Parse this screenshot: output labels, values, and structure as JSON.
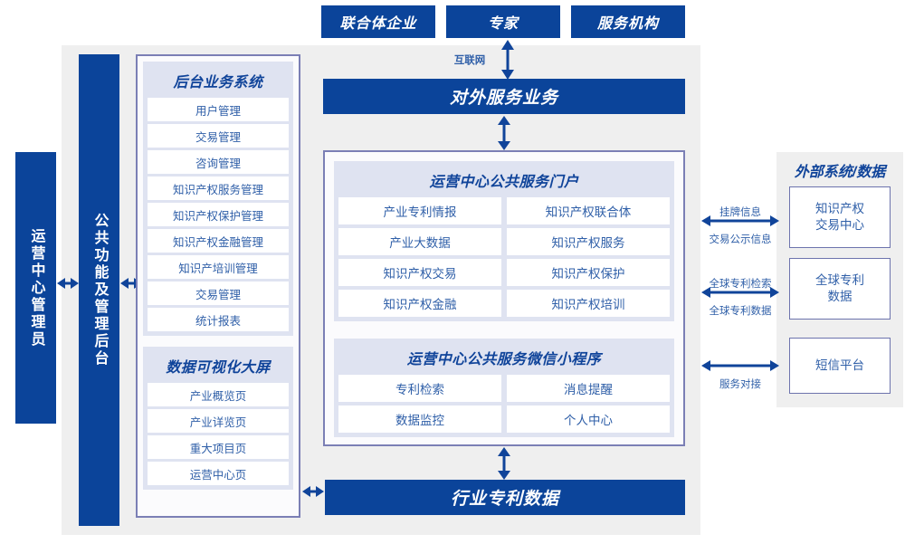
{
  "colors": {
    "brand_blue": "#0b449a",
    "title_blue": "#10449a",
    "text_blue": "#2f5fa8",
    "panel_border": "#7b7fb5",
    "group_bg": "#dfe3f1",
    "container_bg": "#efefef"
  },
  "top_actors": [
    {
      "label": "联合体企业"
    },
    {
      "label": "专家"
    },
    {
      "label": "服务机构"
    }
  ],
  "internet_label": "互联网",
  "external_service_bar": "对外服务业务",
  "industry_patent_data_bar": "行业专利数据",
  "left_actor": {
    "label": "运营中心管理员"
  },
  "common_platform": {
    "label": "公共功能及管理后台"
  },
  "backend_system": {
    "title": "后台业务系统",
    "items": [
      "用户管理",
      "交易管理",
      "咨询管理",
      "知识产权服务管理",
      "知识产权保护管理",
      "知识产权金融管理",
      "知识产培训管理",
      "交易管理",
      "统计报表"
    ]
  },
  "data_visualization": {
    "title": "数据可视化大屏",
    "items": [
      "产业概览页",
      "产业详览页",
      "重大项目页",
      "运营中心页"
    ]
  },
  "public_portal": {
    "title": "运营中心公共服务门户",
    "items": [
      "产业专利情报",
      "知识产权联合体",
      "产业大数据",
      "知识产权服务",
      "知识产权交易",
      "知识产权保护",
      "知识产权金融",
      "知识产权培训"
    ]
  },
  "wechat_miniprogram": {
    "title": "运营中心公共服务微信小程序",
    "items": [
      "专利检索",
      "消息提醒",
      "数据监控",
      "个人中心"
    ]
  },
  "external_systems": {
    "title": "外部系统/数据",
    "boxes": [
      {
        "line1": "知识产权",
        "line2": "交易中心"
      },
      {
        "line1": "全球专利",
        "line2": "数据"
      },
      {
        "line1": "短信平台",
        "line2": ""
      }
    ],
    "connections": [
      {
        "above": "挂牌信息",
        "below": "交易公示信息"
      },
      {
        "above": "全球专利检索",
        "below": "全球专利数据"
      },
      {
        "above": "",
        "below": "服务对接"
      }
    ]
  }
}
